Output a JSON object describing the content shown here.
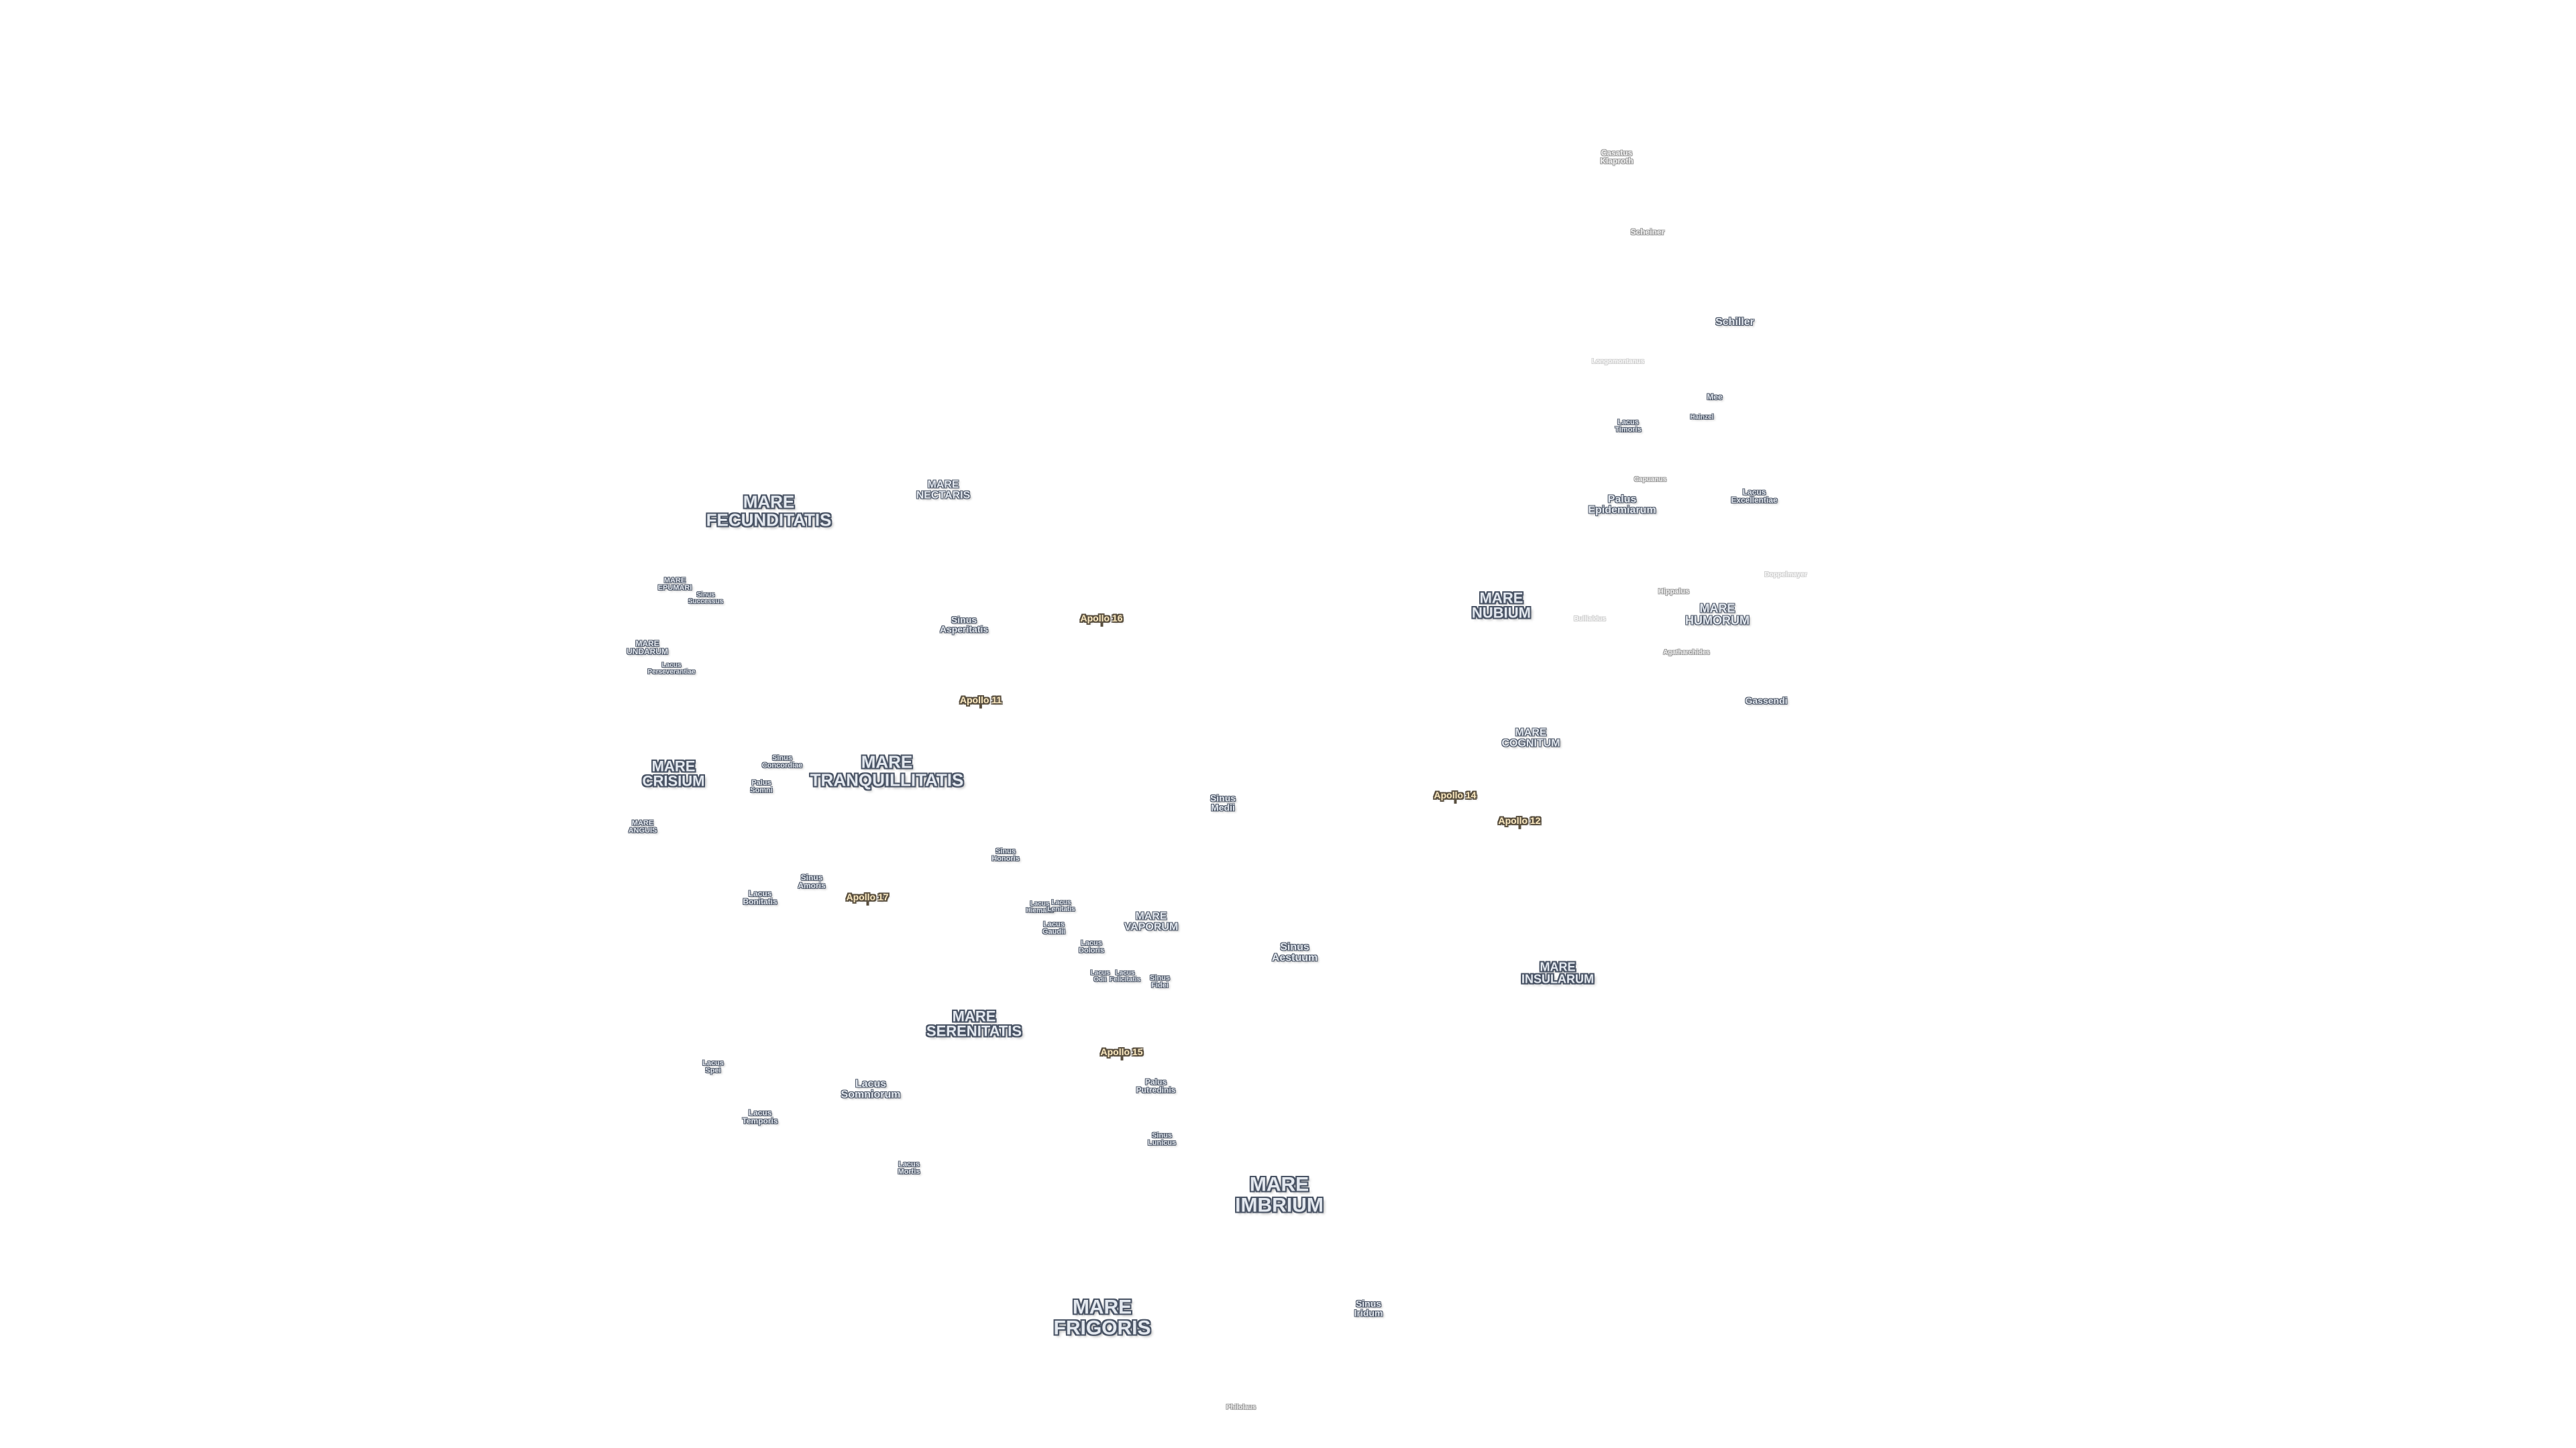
{
  "map": {
    "maria": [
      {
        "name": "MARE\nFECUNDITATIS"
      },
      {
        "name": "MARE\nNECTARIS"
      },
      {
        "name": "MARE\nEPUMARI"
      },
      {
        "name": "MARE\nUNDARUM"
      },
      {
        "name": "MARE\nCRISIUM"
      },
      {
        "name": "MARE\nANGUIS"
      },
      {
        "name": "MARE\nTRANQUILLITATIS"
      },
      {
        "name": "MARE\nVAPORUM"
      },
      {
        "name": "MARE\nSERENITATIS"
      },
      {
        "name": "MARE\nIMBRIUM"
      },
      {
        "name": "MARE\nFRIGORIS"
      },
      {
        "name": "MARE\nNUBIUM"
      },
      {
        "name": "MARE\nHUMORUM"
      },
      {
        "name": "MARE\nCOGNITUM"
      },
      {
        "name": "MARE\nINSULARUM"
      }
    ],
    "features": [
      {
        "name": "Sinus\nSuccessus"
      },
      {
        "name": "Lacus\nPerseverantiae"
      },
      {
        "name": "Sinus\nAsperitatis"
      },
      {
        "name": "Sinus\nConcordiae"
      },
      {
        "name": "Palus\nSomni"
      },
      {
        "name": "Sinus\nMedii"
      },
      {
        "name": "Sinus\nHonoris"
      },
      {
        "name": "Sinus\nAmoris"
      },
      {
        "name": "Lacus\nBonitatis"
      },
      {
        "name": "Lacus\nHiemalis"
      },
      {
        "name": "Lacus\nLenitatis"
      },
      {
        "name": "Lacus\nGaudii"
      },
      {
        "name": "Lacus\nDoloris"
      },
      {
        "name": "Lacus\nOdii"
      },
      {
        "name": "Lacus\nFelicitatis"
      },
      {
        "name": "Sinus\nFidei"
      },
      {
        "name": "Sinus\nAestuum"
      },
      {
        "name": "Lacus\nSpei"
      },
      {
        "name": "Lacus\nSomniorum"
      },
      {
        "name": "Lacus\nTemporis"
      },
      {
        "name": "Lacus\nMortis"
      },
      {
        "name": "Palus\nPutredinis"
      },
      {
        "name": "Sinus\nLunicus"
      },
      {
        "name": "Sinus\nIridum"
      },
      {
        "name": "Lacus\nTimoris"
      },
      {
        "name": "Palus\nEpidemiarum"
      },
      {
        "name": "Lacus\nExcellentiae"
      },
      {
        "name": "Gassendi"
      },
      {
        "name": "Schiller"
      },
      {
        "name": "Mee"
      },
      {
        "name": "Hainzel"
      }
    ],
    "faint_craters": [
      {
        "name": "Casatus\nKlaproth"
      },
      {
        "name": "Scheiner"
      },
      {
        "name": "Capuanus"
      },
      {
        "name": "Hippalus"
      },
      {
        "name": "Agatharchides"
      },
      {
        "name": "Doppelmayer"
      },
      {
        "name": "Philolaus"
      }
    ],
    "very_faint_craters": [
      {
        "name": "Longomontanus"
      },
      {
        "name": "Bullialdus"
      }
    ],
    "apollo_sites": [
      {
        "name": "Apollo 16"
      },
      {
        "name": "Apollo 11"
      },
      {
        "name": "Apollo 17"
      },
      {
        "name": "Apollo 15"
      },
      {
        "name": "Apollo 14"
      },
      {
        "name": "Apollo 12"
      }
    ]
  },
  "colors": {
    "label_fill": "#e3e8ef",
    "label_outline": "#4b5566",
    "apollo_fill": "#fbe9c0",
    "apollo_outline": "#5a5040",
    "faint_outline": "#9a9a9a",
    "background": "#ffffff"
  }
}
